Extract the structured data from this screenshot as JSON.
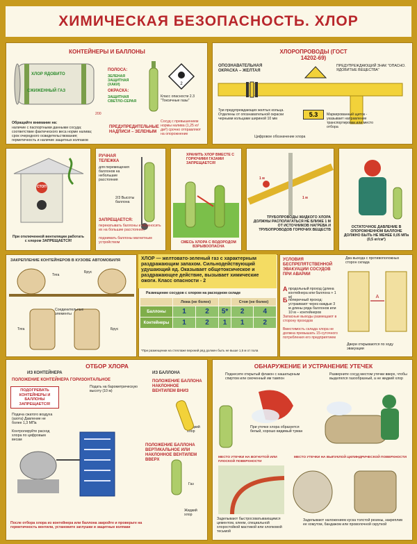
{
  "title": "ХИМИЧЕСКАЯ БЕЗОПАСНОСТЬ. ХЛОР",
  "containers": {
    "heading": "КОНТЕЙНЕРЫ И БАЛЛОНЫ",
    "barrel_text_1": "ХЛОР ЯДОВИТО",
    "barrel_text_2": "СЖИЖЕННЫЙ ГАЗ",
    "stripes_label": "ПОЛОСА:",
    "stripes_desc": "ЗЕЛЕНАЯ ЗАЩИТНАЯ (ХАКИ)",
    "paint_label": "ОКРАСКА:",
    "paint_desc": "ЗАЩИТНАЯ СВЕТЛО-СЕРАЯ",
    "dim": "200",
    "class_note": "Класс опасности 2.3 \"Токсичные газы\"",
    "attention_title": "Обращайте внимание на:",
    "attention_items": [
      "наличие с паспортными данными сосуда;",
      "соответствие фактического веса норме налива;",
      "срок очередного освидетельствования;",
      "герметичность и наличие защитных колпаков"
    ],
    "warn_label": "ПРЕДУПРЕДИТЕЛЬНЫЕ НАДПИСИ – ЗЕЛЕНЫМ",
    "overdue_note": "Сосуд с превышением нормы налива (1,25 кг/дм³) срочно отправляют на опорожнение"
  },
  "pipelines": {
    "heading": "ХЛОРОПРОВОДЫ (ГОСТ 14202-69)",
    "paint": "ОПОЗНАВАТЕЛЬНАЯ ОКРАСКА – ЖЕЛТАЯ",
    "sign_note": "ПРЕДУПРЕЖДАЮЩИЙ ЗНАК \"ОПАСНО. ЯДОВИТЫЕ ВЕЩЕСТВА\"",
    "rings_note": "Три предупреждающих желтых кольца. Отделены от опознавательной окраски черными кольцами шириной 10 мм",
    "marker_value": "5.3",
    "marker_note": "Маркированный щиток - указывает направление транспортировки или место отбора",
    "digital": "Цифровое обозначение хлора"
  },
  "cart": {
    "heading": "РУЧНАЯ ТЕЛЕЖКА",
    "purpose": "для перемещения баллонов на небольшие расстояния",
    "ratio": "2/3 Высоты баллона",
    "forbidden": "ЗАПРЕЩАЕТСЯ:",
    "forbidden_items": [
      "перекатывать баллоны и переносить их на большие расстояния;",
      "поднимать баллоны магнитным устройством"
    ]
  },
  "booth": {
    "stop_sign": "СТОП",
    "caption": "При отключенной вентиляции работать с хлором ЗАПРЕЩАЕТСЯ!"
  },
  "storage": {
    "warning": "ХРАНИТЬ ХЛОР ВМЕСТЕ С ГОРЮЧИМИ ГАЗАМИ ЗАПРЕЩАЕТСЯ!",
    "mix_note": "СМЕСЬ ХЛОРА С ВОДОРОДОМ ВЗРЫВООПАСНА"
  },
  "pipes_hot": {
    "dist_1": "1 м",
    "dist_2": "1 м",
    "caption": "ТРУБОПРОВОДЫ ЖИДКОГО ХЛОРА ДОЛЖНЫ РАСПОЛАГАТЬСЯ НЕ БЛИЖЕ 1 М ОТ ИСТОЧНИКОВ НАГРЕВА И ТРУБОПРОВОДОВ ГОРЮЧИХ ВЕЩЕСТВ"
  },
  "residual": {
    "caption": "ОСТАТОЧНОЕ ДАВЛЕНИЕ В ОПОРОЖНЕННОМ БАЛЛОНЕ ДОЛЖНО БЫТЬ НЕ МЕНЕЕ 0,05 МПа (0,5 кг/см²)"
  },
  "truck": {
    "heading": "ЗАКРЕПЛЕНИЕ КОНТЕЙНЕРОВ В КУЗОВЕ АВТОМОБИЛЯ",
    "label_tie": "Тяга",
    "label_beam": "Брус",
    "label_connect": "Соединительные элементы",
    "label_tie2": "Тяга",
    "label_beam2": "Брус"
  },
  "chlorine": {
    "text": "ХЛОР — желтовато-зеленый газ с характерным раздражающим запахом. Сильнодействующий удушающий яд. Оказывает общетоксическое и раздражающее действие, вызывает химические ожоги. Класс опасности - 2",
    "table_title": "Размещение сосудов с хлором на расходном складе",
    "col_headers": [
      "Лежа (не более)",
      "Стоя (не более)"
    ],
    "rows": [
      {
        "label": "Баллоны",
        "values": [
          "1",
          "2",
          "5*",
          "2",
          "4"
        ]
      },
      {
        "label": "Контейнеры",
        "values": [
          "1",
          "2",
          "1",
          "1",
          "2"
        ]
      }
    ],
    "footnote": "*При размещении на стеллаже верхний ряд должен быть не выше 1,5 м от пола"
  },
  "evacuation": {
    "heading": "Условия беспрепятственной эвакуации сосудов при аварии",
    "a_label": "А",
    "a_text": "продольный проход (длина контейнера или баллона + 1 м)",
    "b_label": "Б",
    "b_text": "поперечный проход: устраивают через каждые 3 м длины ряда баллонов или 10 м – контейнеров",
    "doors_note": "Запасные выходы размещают в сторону проходов",
    "capacity_note": "Вместимость склада хлора не должна превышать 15-суточного потребления его предприятием",
    "doors_top": "Два выхода с противоположных сторон склада",
    "doors_bottom": "Двери открываются по ходу эвакуации"
  },
  "sampling": {
    "heading": "ОТБОР ХЛОРА",
    "from_container": "ИЗ КОНТЕЙНЕРА",
    "horizontal": "ПОЛОЖЕНИЕ КОНТЕЙНЕРА ГОРИЗОНТАЛЬНОЕ",
    "forbidden": "ПОДОГРЕВАТЬ КОНТЕЙНЕРЫ И БАЛЛОНЫ ЗАПРЕЩАЕТСЯ!",
    "control": "Контролируйте расход хлора по цифровым весам",
    "pressure": "Подача сжатого воздуха (азота) Давление не более 1,3 МПа",
    "to_evap": "Подать на барометрическую высоту (10 м)",
    "from_cylinder": "ИЗ БАЛЛОНА",
    "tilted": "ПОЛОЖЕНИЕ БАЛЛОНА НАКЛОННОЕ ВЕНТИЛЕМ ВНИЗ",
    "liquid": "Жидкий хлор",
    "vertical": "ПОЛОЖЕНИЕ БАЛЛОНА ВЕРТИКАЛЬНОЕ ИЛИ НАКЛОННОЕ ВЕНТИЛЕМ ВВЕРХ",
    "gas": "Газ",
    "liquid2": "Жидкий хлор",
    "after": "После отбора хлора из контейнера или баллона закройте и проверьте на герметичность вентили, установите заглушки и защитные колпаки"
  },
  "leaks": {
    "heading": "ОБНАРУЖЕНИЕ И УСТРАНЕНИЕ УТЕЧЕК",
    "ammonia": "Поднесите открытый флакон с нашатырным спиртом или смоченный им тампон",
    "fog": "При утечке хлора образуется белый, хорошо видимый туман",
    "turn": "Разверните сосуд местом утечки вверх, чтобы выделялся газообразный, а не жидкий хлор",
    "flat_place": "МЕСТО УТЕЧКИ НА ВОГНУТОЙ ИЛИ ПЛОСКОЙ ПОВЕРХНОСТИ",
    "flat_fix": "Заделывают быстросхватывающимся цементом, клеем, специальной хлоростойкой мастикой или хлопковой тесьмой",
    "convex_place": "МЕСТО УТЕЧКИ НА ВЫПУКЛОЙ ЦИЛИНДРИЧЕСКОЙ ПОВЕРХНОСТИ",
    "convex_fix": "Заделывают наложением куска толстой резины, закреплив ее хомутом, бандажом или проволочной скруткой"
  },
  "colors": {
    "red": "#b8262b",
    "yellow": "#f2d23a",
    "green": "#4a8d2a",
    "panel": "#fbf7e7",
    "frame": "#c79a1e"
  }
}
